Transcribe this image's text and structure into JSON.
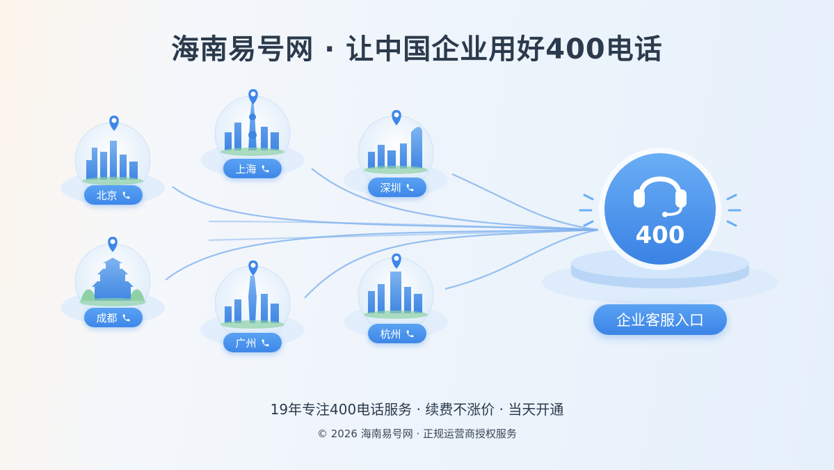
{
  "title": "海南易号网 · 让中国企业用好400电话",
  "cities": [
    {
      "id": "beijing",
      "label": "北京"
    },
    {
      "id": "shanghai",
      "label": "上海"
    },
    {
      "id": "shenzhen",
      "label": "深圳"
    },
    {
      "id": "chengdu",
      "label": "成都"
    },
    {
      "id": "guangzhou",
      "label": "广州"
    },
    {
      "id": "hangzhou",
      "label": "杭州"
    }
  ],
  "hub": {
    "number": "400",
    "button_label": "企业客服入口"
  },
  "footer": {
    "tagline": "19年专注400电话服务 · 续费不涨价 · 当天开通",
    "copyright": "© 2026 海南易号网 · 正规运营商授权服务"
  },
  "colors": {
    "accent": "#3e87e8",
    "accent_light": "#5aa2f3",
    "title": "#2b3a4c"
  },
  "icons": [
    "map-pin-icon",
    "phone-icon",
    "headset-icon"
  ]
}
